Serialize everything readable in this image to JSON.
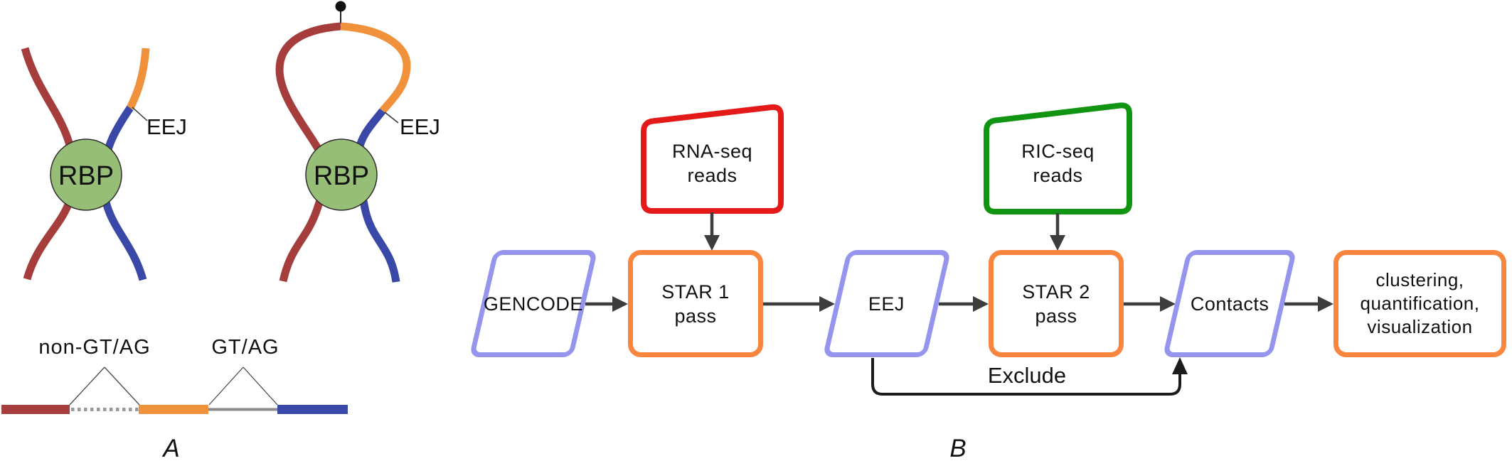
{
  "colors": {
    "strand_red": "#A43D3B",
    "strand_orange": "#F0913C",
    "strand_blue": "#3A49A8",
    "rbp_green": "#97BE77",
    "box_orange": "#F8863E",
    "box_periwinkle": "#9695EE",
    "box_red": "#E41A1A",
    "box_green": "#119411",
    "arrow": "#3D3D3D",
    "intron_dotted": "#999999",
    "intron_solid": "#8A8A8A"
  },
  "panel_a": {
    "label": "A",
    "rbp1": "RBP",
    "rbp2": "RBP",
    "eej1": "EEJ",
    "eej2": "EEJ",
    "noncanonical_label": "non-GT/AG",
    "canonical_label": "GT/AG"
  },
  "panel_b": {
    "label": "B",
    "gencode": "GENCODE",
    "rna_seq_line1": "RNA-seq",
    "rna_seq_line2": "reads",
    "star1_line1": "STAR 1",
    "star1_line2": "pass",
    "eej": "EEJ",
    "ric_seq_line1": "RIC-seq",
    "ric_seq_line2": "reads",
    "star2_line1": "STAR 2",
    "star2_line2": "pass",
    "contacts": "Contacts",
    "clustering_line1": "clustering,",
    "clustering_line2": "quantification,",
    "clustering_line3": "visualization",
    "exclude": "Exclude"
  }
}
